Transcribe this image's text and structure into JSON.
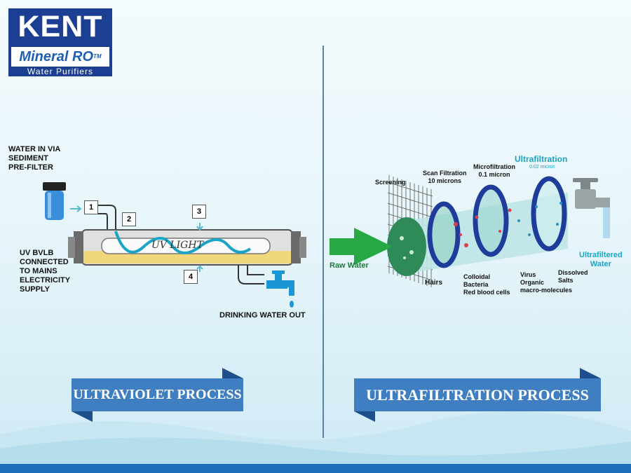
{
  "logo": {
    "brand": "KENT",
    "line2": "Mineral RO",
    "tm": "TM",
    "line3": "Water Purifiers"
  },
  "uv": {
    "water_in": [
      "WATER IN VIA",
      "SEDIMENT",
      "PRE-FILTER"
    ],
    "uv_bulb": [
      "UV BVLB",
      "CONNECTED",
      "TO MAINS",
      "ELECTRICITY",
      "SUPPLY"
    ],
    "tube_label": "UV LIGHT",
    "steps": [
      "1",
      "2",
      "3",
      "4"
    ],
    "drinking": "DRINKING WATER OUT",
    "banner": "ULTRAVIOLET PROCESS"
  },
  "uf": {
    "screening": "Screening",
    "scan": [
      "Scan Filtration",
      "10 microns"
    ],
    "micro": [
      "Microfiltration",
      "0.1 micron"
    ],
    "ultra_title": "Ultrafiltration",
    "ultra_sub": "0.02 micron",
    "raw": "Raw Water",
    "filtered": [
      "Ultrafiltered",
      "Water"
    ],
    "hairs": "Hairs",
    "colloidal": [
      "Colloidal",
      "Bacteria",
      "Red blood cells"
    ],
    "virus": [
      "Virus",
      "Organic",
      "macro-molecules"
    ],
    "salts": [
      "Dissolved",
      "Salts"
    ],
    "banner": "ULTRAFILTRATION PROCESS"
  },
  "colors": {
    "logo_blue": "#1d3f93",
    "banner_blue": "#3f7fc1",
    "arrow_green": "#27a844",
    "accent_teal": "#1aa5c4"
  }
}
